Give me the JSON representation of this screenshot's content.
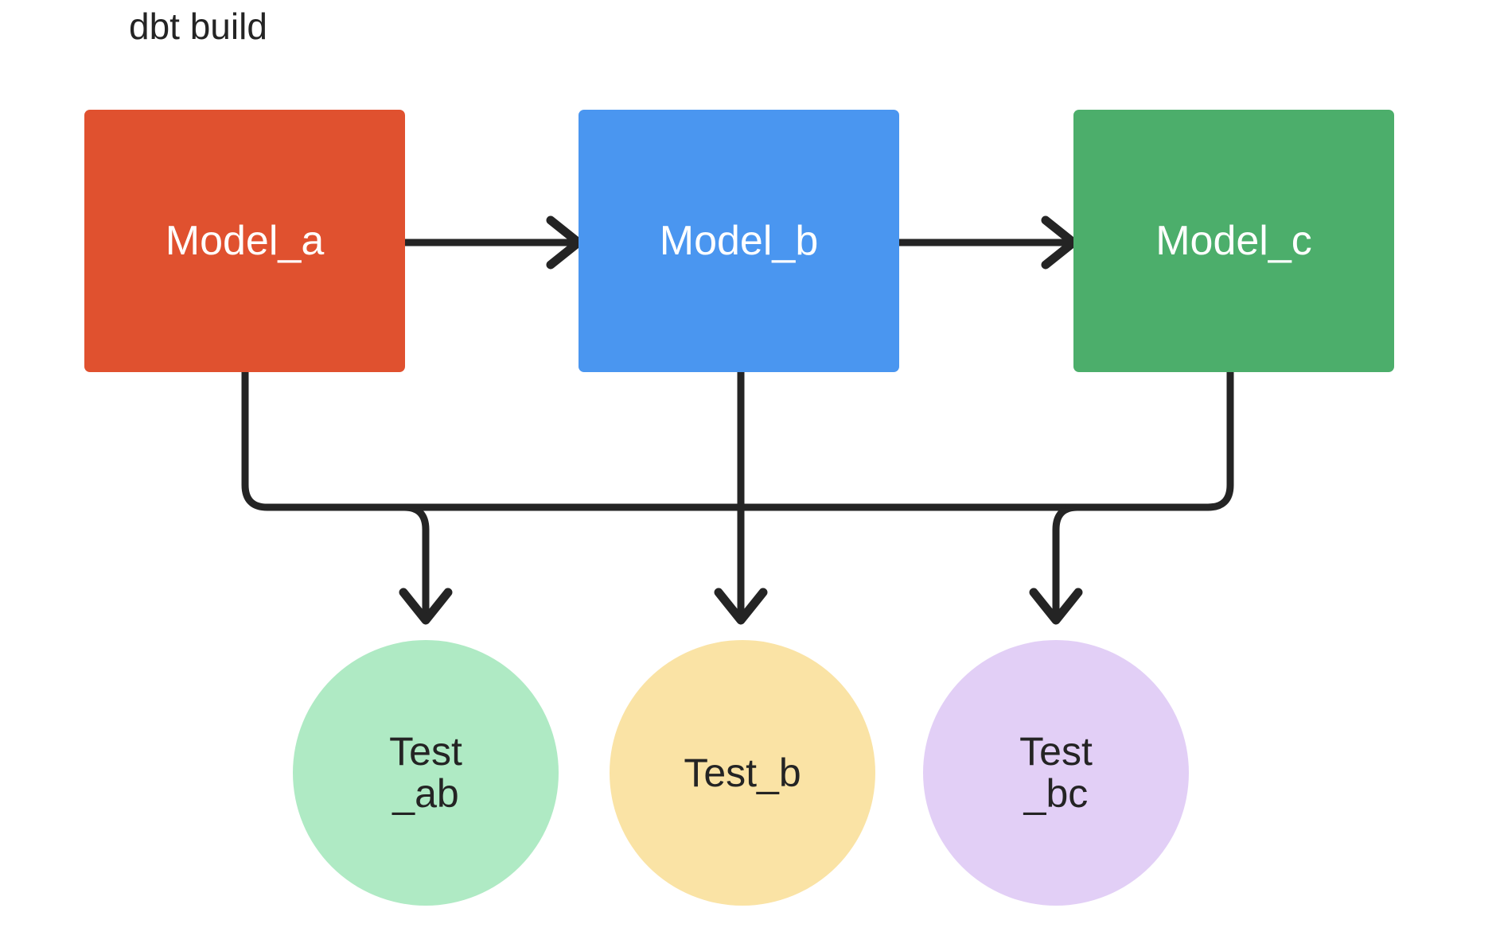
{
  "diagram": {
    "title": "dbt build",
    "background_color": "#ffffff",
    "edge_color": "#242424",
    "type": "flowchart",
    "direction": "left-to-right with downstream tests"
  },
  "models": [
    {
      "id": "model_a",
      "label": "Model_a",
      "color": "#E0512F",
      "text_color": "#ffffff",
      "shape": "rounded-rectangle"
    },
    {
      "id": "model_b",
      "label": "Model_b",
      "color": "#4A96F0",
      "text_color": "#ffffff",
      "shape": "rounded-rectangle"
    },
    {
      "id": "model_c",
      "label": "Model_c",
      "color": "#4CAE6B",
      "text_color": "#ffffff",
      "shape": "rounded-rectangle"
    }
  ],
  "tests": [
    {
      "id": "test_ab",
      "label": "Test\n_ab",
      "color": "#AFEAC4",
      "text_color": "#242424",
      "shape": "circle"
    },
    {
      "id": "test_b",
      "label": "Test_b",
      "color": "#FAE3A5",
      "text_color": "#242424",
      "shape": "circle"
    },
    {
      "id": "test_bc",
      "label": "Test\n_bc",
      "color": "#E2CFF6",
      "text_color": "#242424",
      "shape": "circle"
    }
  ],
  "edges": [
    {
      "from": "model_a",
      "to": "model_b",
      "style": "straight-arrow"
    },
    {
      "from": "model_b",
      "to": "model_c",
      "style": "straight-arrow"
    },
    {
      "from": "model_a",
      "to": "test_ab",
      "style": "elbow-arrow"
    },
    {
      "from": "model_b",
      "to": "test_ab",
      "style": "elbow-arrow"
    },
    {
      "from": "model_b",
      "to": "test_b",
      "style": "straight-arrow"
    },
    {
      "from": "model_b",
      "to": "test_bc",
      "style": "elbow-arrow"
    },
    {
      "from": "model_c",
      "to": "test_bc",
      "style": "elbow-arrow"
    }
  ]
}
